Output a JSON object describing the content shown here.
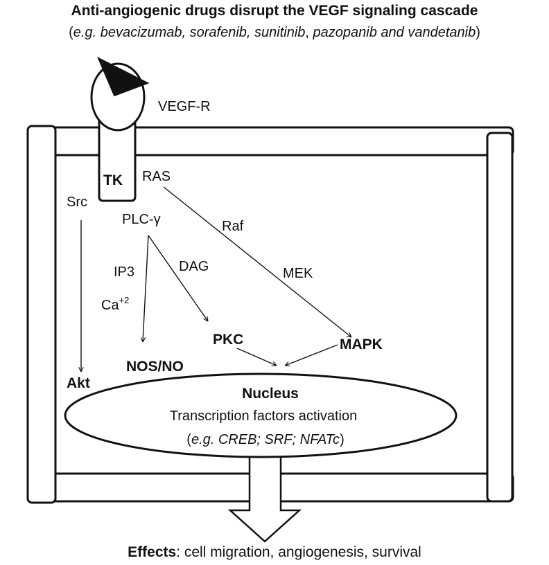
{
  "header": {
    "title": "Anti-angiogenic drugs disrupt the VEGF signaling cascade",
    "subtitle_open": "(",
    "subtitle_eg": "e.g. bevacizumab, sorafenib, sunitinib",
    "subtitle_sep": ", ",
    "subtitle_drugs": "pazopanib and vandetanib",
    "subtitle_close": ")"
  },
  "receptor": {
    "label": "VEGF-R",
    "kinase_label": "TK"
  },
  "pathway": {
    "ras": "RAS",
    "raf": "Raf",
    "mek": "MEK",
    "mapk": "MAPK",
    "src": "Src",
    "akt": "Akt",
    "plc": "PLC-γ",
    "ip3": "IP3",
    "ca": "Ca",
    "ca_charge": "+2",
    "dag": "DAG",
    "pkc": "PKC",
    "nos": "NOS/NO"
  },
  "nucleus": {
    "title": "Nucleus",
    "line1": "Transcription factors activation",
    "line2_open": "(",
    "line2_eg": "e.g. CREB; SRF; NFATc",
    "line2_close": ")"
  },
  "effects": {
    "label": "Effects",
    "text": ": cell migration, angiogenesis, survival"
  }
}
